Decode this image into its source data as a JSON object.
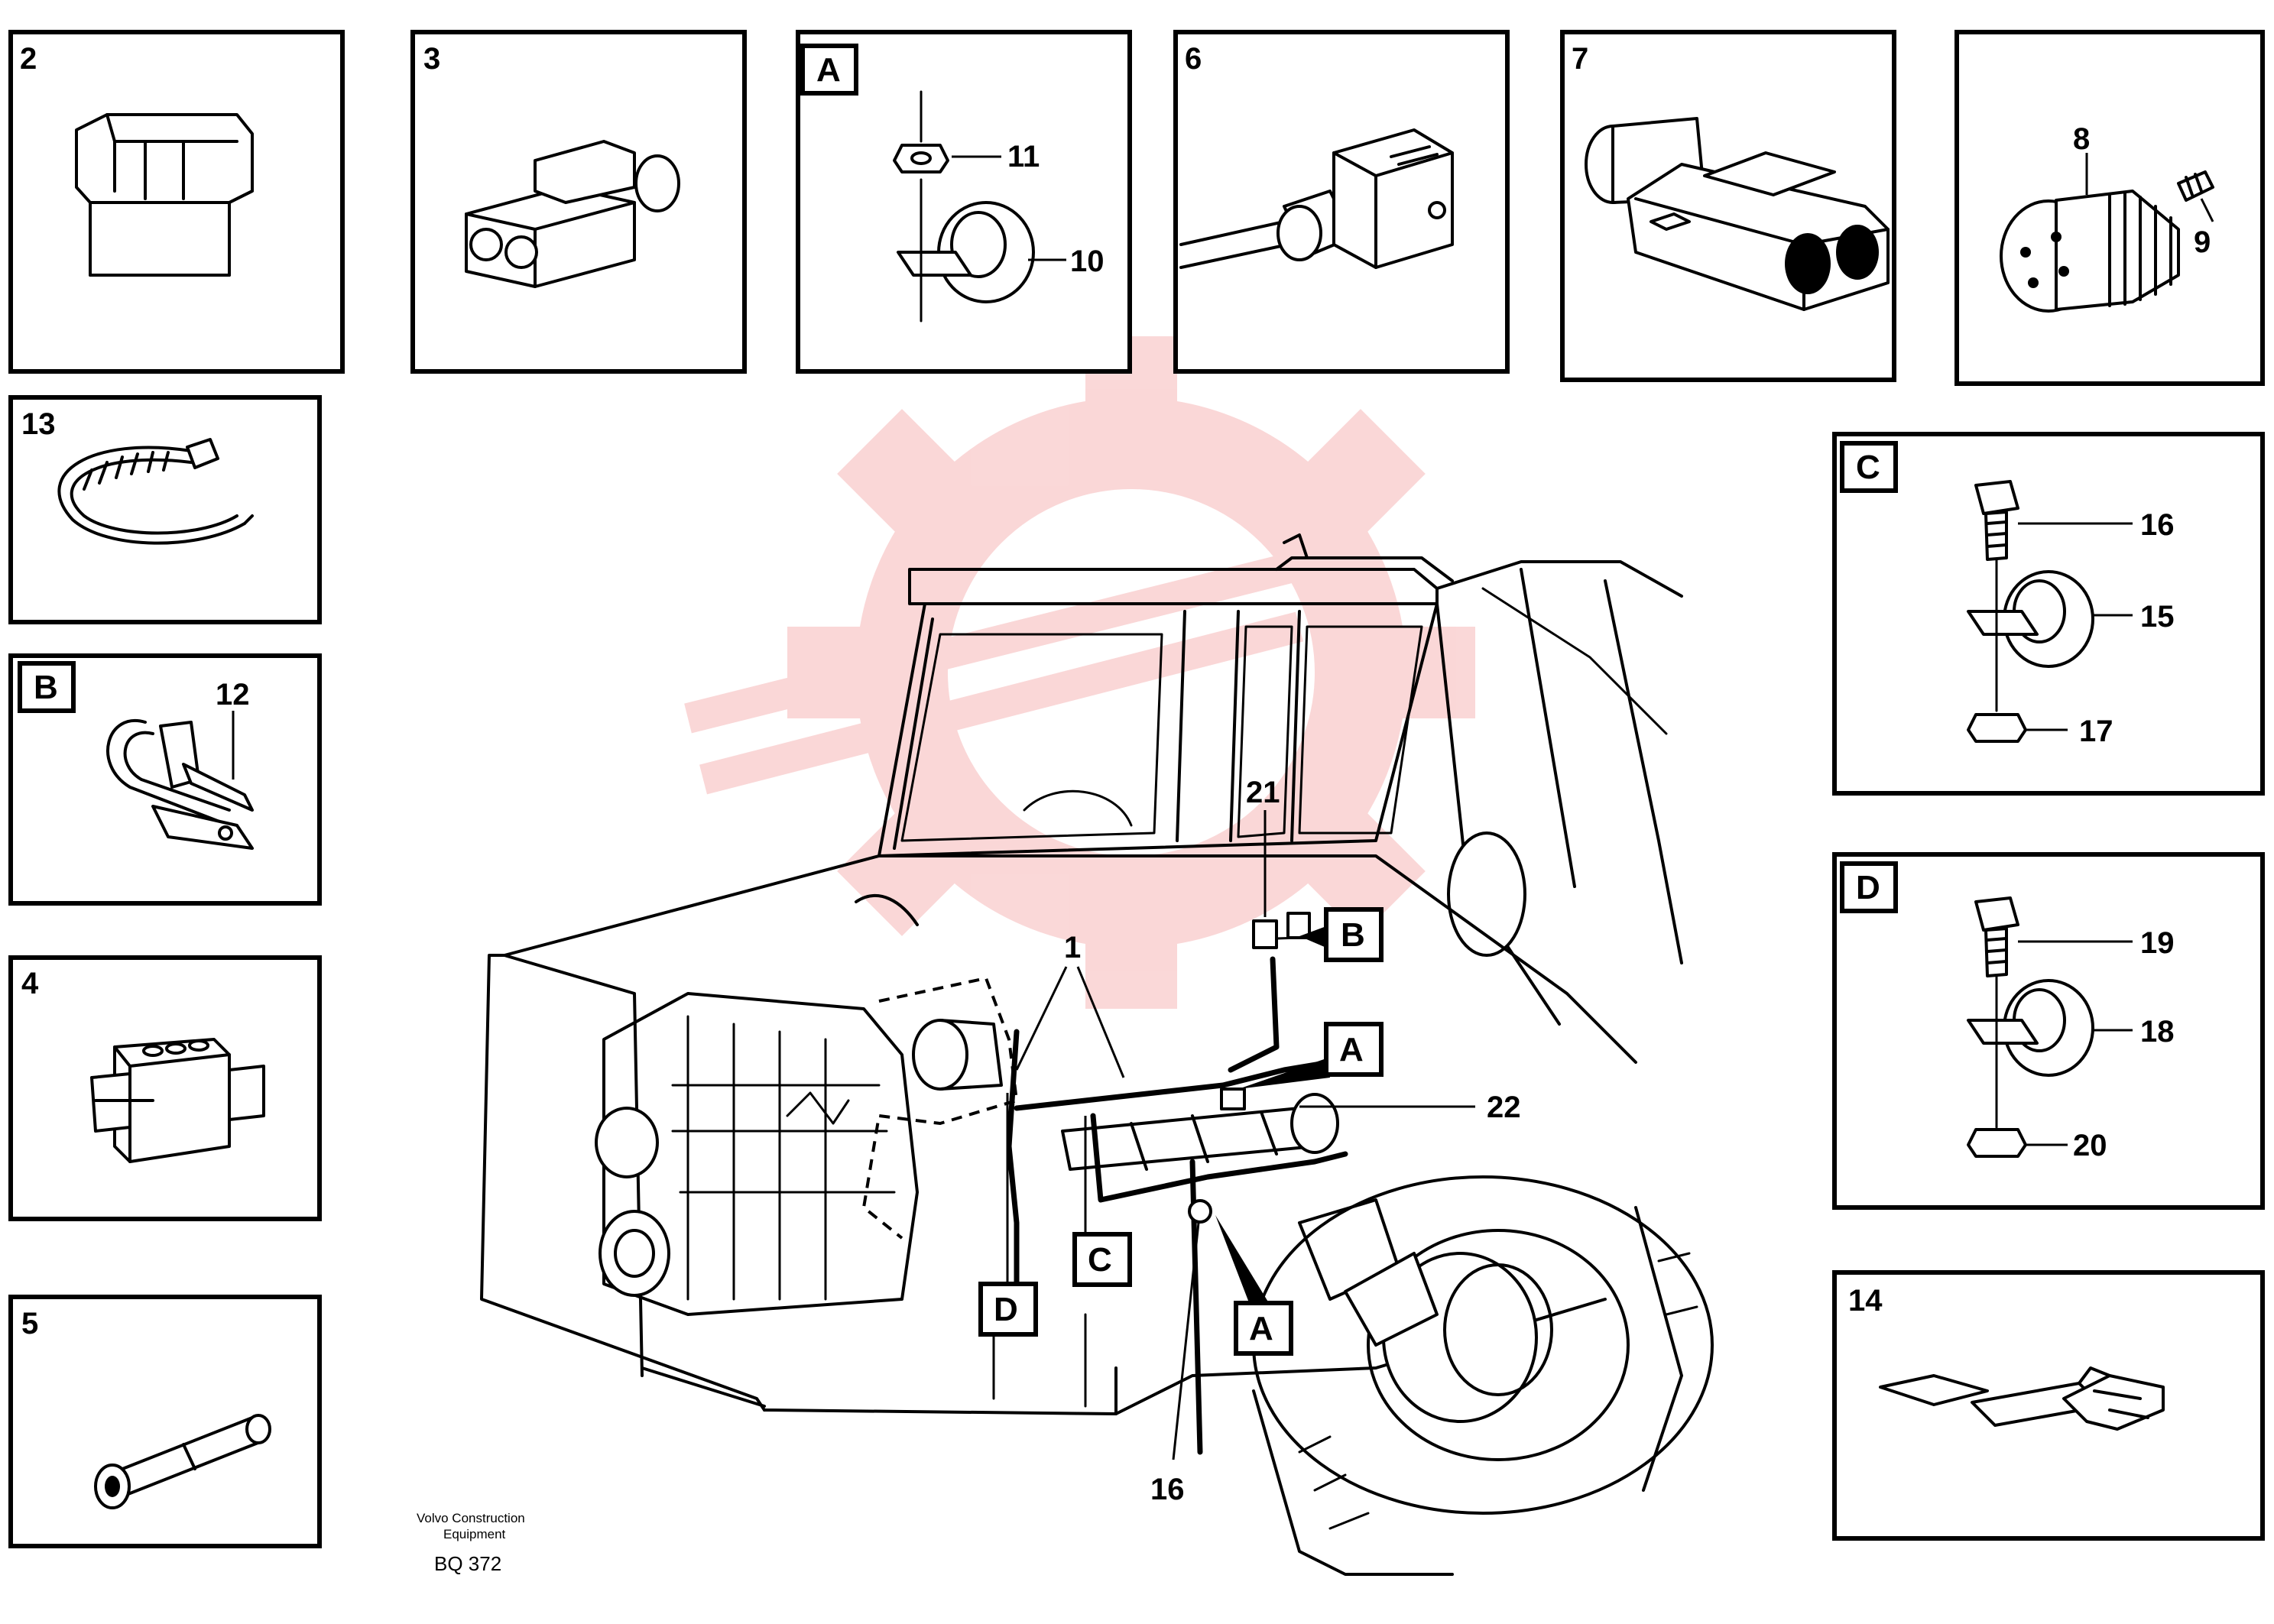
{
  "panels": {
    "p2": {
      "label": "2"
    },
    "p3": {
      "label": "3"
    },
    "pA": {
      "label": "A",
      "parts": [
        "11",
        "10"
      ]
    },
    "p6": {
      "label": "6"
    },
    "p7": {
      "label": "7"
    },
    "p8": {
      "label": "",
      "parts": [
        "8",
        "9"
      ]
    },
    "p13": {
      "label": "13"
    },
    "pB": {
      "label": "B",
      "parts": [
        "12"
      ]
    },
    "p4": {
      "label": "4"
    },
    "p5": {
      "label": "5"
    },
    "pC": {
      "label": "C",
      "parts": [
        "16",
        "15",
        "17"
      ]
    },
    "pD": {
      "label": "D",
      "parts": [
        "19",
        "18",
        "20"
      ]
    },
    "p14": {
      "label": "14"
    }
  },
  "main": {
    "callouts": {
      "c1": "1",
      "c21": "21",
      "c22": "22",
      "c16": "16"
    },
    "letters": {
      "b": "B",
      "a1": "A",
      "a2": "A",
      "c": "C",
      "d": "D"
    }
  },
  "footer": {
    "line1": "Volvo Construction",
    "line2": "Equipment",
    "code": "BQ 372"
  },
  "colors": {
    "line": "#000000",
    "watermark": "#f4a8a8"
  }
}
